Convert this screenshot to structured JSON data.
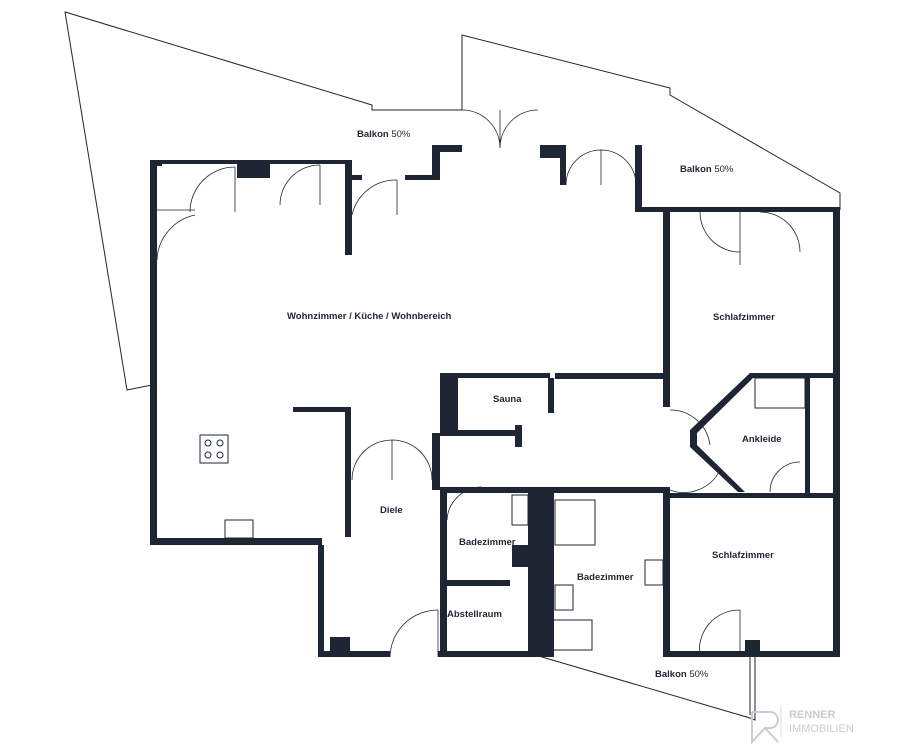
{
  "rooms": {
    "balkon_top": {
      "name": "Balkon",
      "share": "50%"
    },
    "balkon_right": {
      "name": "Balkon",
      "share": "50%"
    },
    "balkon_bottom": {
      "name": "Balkon",
      "share": "50%"
    },
    "wohnzimmer": "Wohnzimmer / Küche / Wohnbereich",
    "schlafzimmer_top": "Schlafzimmer",
    "schlafzimmer_bottom": "Schlafzimmer",
    "sauna": "Sauna",
    "ankleide": "Ankleide",
    "diele": "Diele",
    "badezimmer_small": "Badezimmer",
    "badezimmer_large": "Badezimmer",
    "abstellraum": "Abstellraum"
  },
  "logo": {
    "line1": "RENNER",
    "line2": "IMMOBILIEN"
  },
  "colors": {
    "wall": "#1e2533",
    "logo": "#c9cdd3"
  }
}
